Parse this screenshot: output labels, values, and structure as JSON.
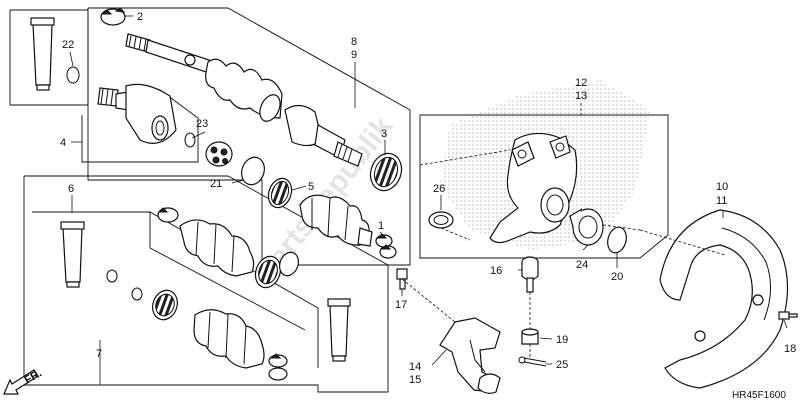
{
  "labels": {
    "p1": "1",
    "p2": "2",
    "p3": "3",
    "p4": "4",
    "p5": "5",
    "p6": "6",
    "p7": "7",
    "p8": "8",
    "p9": "9",
    "p10": "10",
    "p11": "11",
    "p12": "12",
    "p13": "13",
    "p14": "14",
    "p15": "15",
    "p16": "16",
    "p17": "17",
    "p18": "18",
    "p19": "19",
    "p20": "20",
    "p21": "21",
    "p22": "22",
    "p23": "23",
    "p24": "24",
    "p25": "25",
    "p26": "26"
  },
  "direction": "FR.",
  "diagram_code": "HR45F1600",
  "watermark": "PartsRepublik",
  "colors": {
    "line": "#111111",
    "background": "#ffffff"
  },
  "icons": {
    "front_arrow": "arrow-down-left-icon"
  }
}
